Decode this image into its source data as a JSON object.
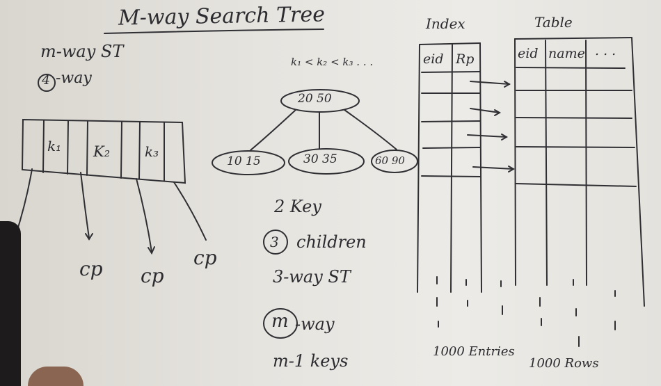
{
  "title": "M-way Search Tree",
  "notes": {
    "mway_st": "m-way ST",
    "four": "4",
    "way": "-way",
    "order": "k₁ < k₂ < k₃ . . .",
    "two_key": "2 Key",
    "three": "3",
    "children": "children",
    "three_way": "3-way ST",
    "m": "m",
    "m_way": "-way",
    "m1_keys": "m-1 keys"
  },
  "node": {
    "keys": [
      "k₁",
      "K₂",
      "k₃"
    ],
    "child_ptr": "cp"
  },
  "tree": {
    "root": "20  50",
    "children": [
      "10  15",
      "30  35",
      "60  90"
    ]
  },
  "index": {
    "title": "Index",
    "col1": "eid",
    "col2": "Rp",
    "footer": "1000 Entries"
  },
  "table": {
    "title": "Table",
    "col1": "eid",
    "col2": "name",
    "col3": ". . .",
    "footer": "1000 Rows"
  },
  "colors": {
    "ink": "#2c2c30",
    "board": "#e6e4df",
    "person": "#1d1b1b"
  }
}
